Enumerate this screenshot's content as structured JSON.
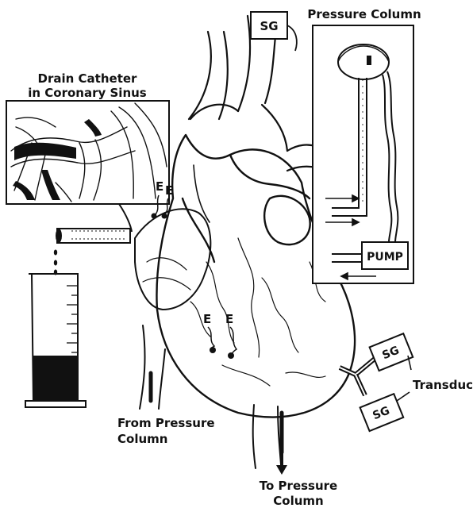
{
  "labels": {
    "sg_top": "SG",
    "pressure_column": "Pressure Column",
    "drain_line1": "Drain Catheter",
    "drain_line2": "in Coronary Sinus",
    "electrode_e": "E",
    "pump": "PUMP",
    "sg_right1": "SG",
    "sg_right2": "SG",
    "transducers": "Transducers",
    "from_line1": "From Pressure",
    "from_line2": "Column",
    "to_line1": "To Pressure",
    "to_line2": "Column"
  },
  "colors": {
    "ink": "#111111",
    "background": "#ffffff"
  }
}
